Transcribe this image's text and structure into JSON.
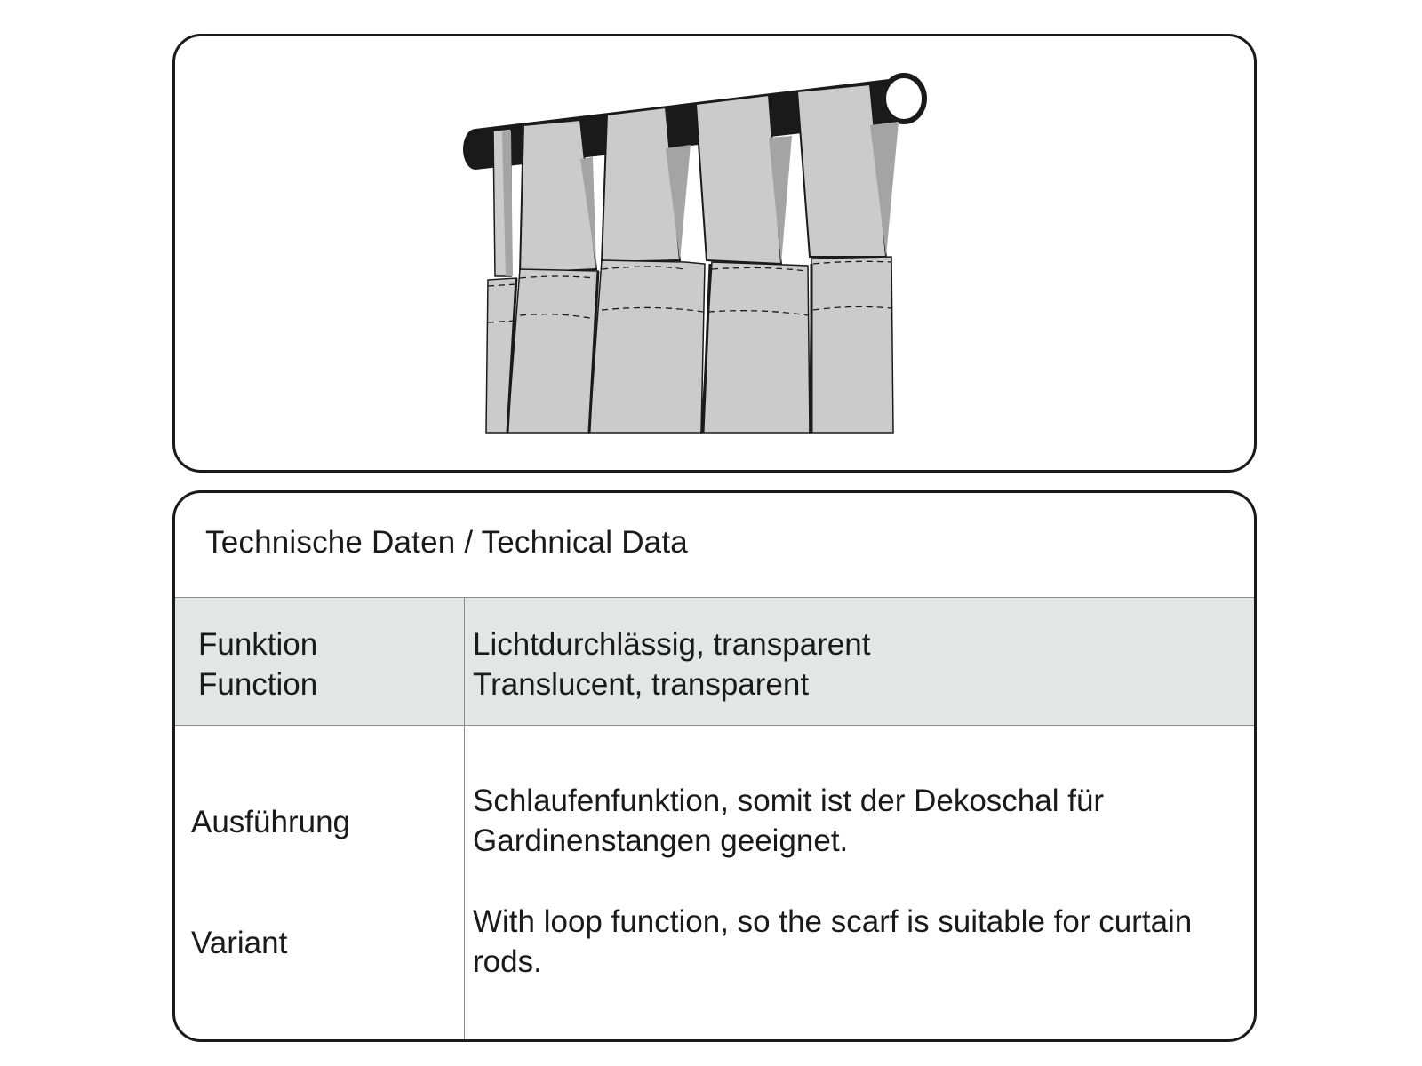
{
  "illustration": {
    "fabric_color": "#cbcbcb",
    "fabric_shadow_color": "#a4a4a4",
    "rod_color": "#1a1a1a"
  },
  "technical_data": {
    "title": "Technische Daten / Technical Data",
    "function": {
      "label_de": "Funktion",
      "label_en": "Function",
      "value_de": "Lichtdurchlässig, transparent",
      "value_en": "Translucent, transparent"
    },
    "variant": {
      "label_de": "Ausführung",
      "label_en": "Variant",
      "value_de_line1": "Schlaufenfunktion, somit ist der Dekoschal für",
      "value_de_line2": "Gardinenstangen geeignet.",
      "value_en_line1": "With loop function, so the scarf is suitable for curtain",
      "value_en_line2": "rods."
    }
  }
}
